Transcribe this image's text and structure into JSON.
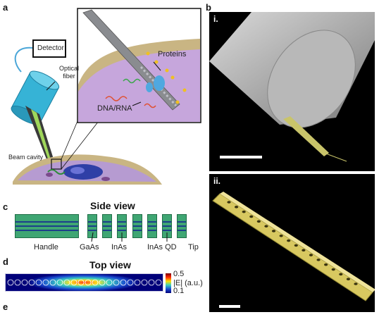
{
  "panels": {
    "a": "a",
    "b": "b",
    "c": "c",
    "d": "d",
    "e": "e"
  },
  "schematic": {
    "detector": "Detector",
    "optical_fiber": "Optical\nfiber",
    "proteins": "Proteins",
    "dna_rna": "DNA/RNA",
    "beam_cavity": "Beam cavity"
  },
  "sem": {
    "i": "i.",
    "ii": "ii."
  },
  "side_view": {
    "title": "Side view",
    "labels": [
      "Handle",
      "GaAs",
      "InAs",
      "InAs QD",
      "Tip"
    ]
  },
  "top_view": {
    "title": "Top view",
    "colorbar_max": "0.5",
    "colorbar_min": "0.1",
    "colorbar_label": "|E| (a.u.)"
  },
  "colors": {
    "nanobeam": "#d8c860",
    "cell": "#b69bd1",
    "fiber_cyan": "#36b3d6",
    "seg_green": "#3fa673"
  }
}
